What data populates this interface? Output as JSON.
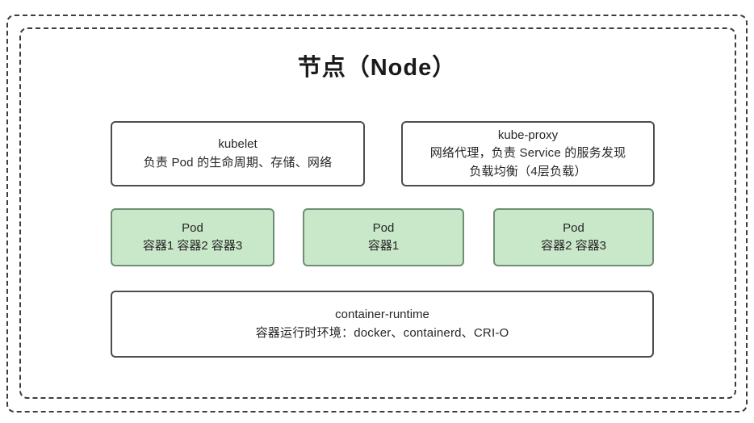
{
  "diagram": {
    "title": "节点（Node）",
    "frames": {
      "outer_label": "node-boundary-outer",
      "inner_label": "node-boundary-inner",
      "border_color": "#3d3d3d",
      "border_style": "dash-dot"
    },
    "components": [
      {
        "id": "kubelet",
        "kind": "component",
        "fill": "#ffffff",
        "border": "#4d4d4d",
        "lines": [
          "kubelet",
          "负责 Pod 的生命周期、存储、网络"
        ]
      },
      {
        "id": "kube-proxy",
        "kind": "component",
        "fill": "#ffffff",
        "border": "#4d4d4d",
        "lines": [
          "kube-proxy",
          "网络代理，负责 Service 的服务发现",
          "负载均衡（4层负载）"
        ]
      },
      {
        "id": "container-runtime",
        "kind": "component",
        "fill": "#ffffff",
        "border": "#4d4d4d",
        "lines": [
          "container-runtime",
          "容器运行时环境：docker、containerd、CRI-O"
        ]
      }
    ],
    "pods": [
      {
        "id": "pod-1",
        "title": "Pod",
        "containers": "容器1  容器2  容器3",
        "fill": "#c9e7c9",
        "border": "#6f8f75"
      },
      {
        "id": "pod-2",
        "title": "Pod",
        "containers": "容器1",
        "fill": "#c9e7c9",
        "border": "#6f8f75"
      },
      {
        "id": "pod-3",
        "title": "Pod",
        "containers": "容器2  容器3",
        "fill": "#c9e7c9",
        "border": "#6f8f75"
      }
    ]
  }
}
